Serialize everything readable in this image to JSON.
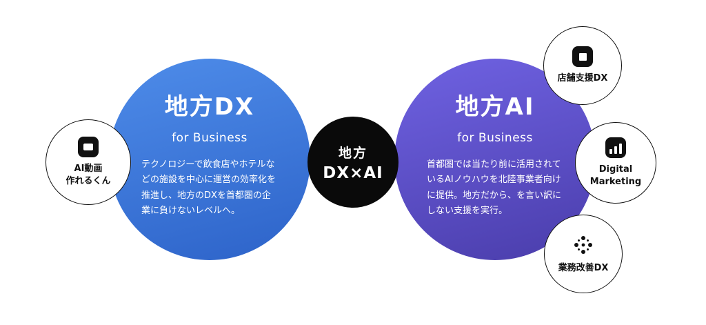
{
  "page": {
    "background": "#ffffff"
  },
  "left_circle": {
    "title": "地方DX",
    "subtitle": "for Business",
    "description": "テクノロジーで飲食店やホテルなどの施設を中心に運営の効率化を推進し、地方のDXを首都圏の企業に負けないレベルへ。",
    "color_top": "#4e8ce9",
    "color_bottom": "#2d63c9"
  },
  "right_circle": {
    "title": "地方AI",
    "subtitle": "for Business",
    "description": "首都圏では当たり前に活用されているAIノウハウを北陸事業者向けに提供。地方だから、を言い訳にしない支援を実行。",
    "color_top": "#6f62e2",
    "color_bottom": "#4a3dab"
  },
  "center_circle": {
    "line1": "地方",
    "line2": "DX×AI",
    "color": "#0a0a0a"
  },
  "satellites": [
    {
      "label": "AI動画\n作れるくん",
      "icon": "video-icon"
    },
    {
      "label": "店舗支援DX",
      "icon": "store-icon"
    },
    {
      "label": "Digital\nMarketing",
      "icon": "bar-chart-icon"
    },
    {
      "label": "業務改善DX",
      "icon": "dots-icon"
    }
  ]
}
